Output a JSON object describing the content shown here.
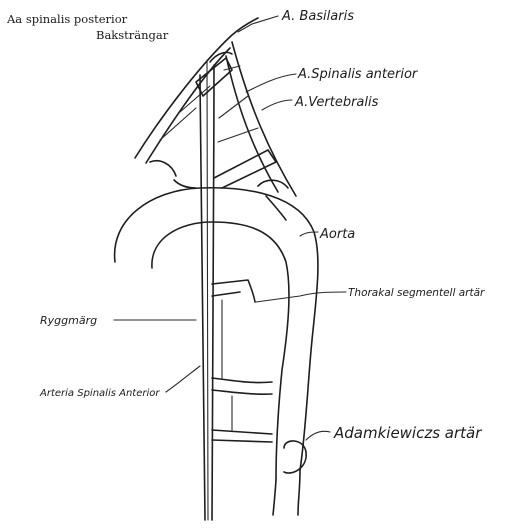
{
  "printed_labels": {
    "title_line1": "Aa spinalis posterior",
    "title_line2": "Baksträngar"
  },
  "handwritten_labels": {
    "basilaris": "A. Basilaris",
    "spinalis_anterior_top": "A.Spinalis anterior",
    "vertebralis": "A.Vertebralis",
    "aorta": "Aorta",
    "thorakal": "Thorakal segmentell artär",
    "ryggmarg": "Ryggmärg",
    "arteria_spinalis_anterior": "Arteria Spinalis Anterior",
    "adamkiewicz": "Adamkiewiczs artär"
  },
  "colors": {
    "ink": "#1e1e1e",
    "paper": "#ffffff"
  }
}
